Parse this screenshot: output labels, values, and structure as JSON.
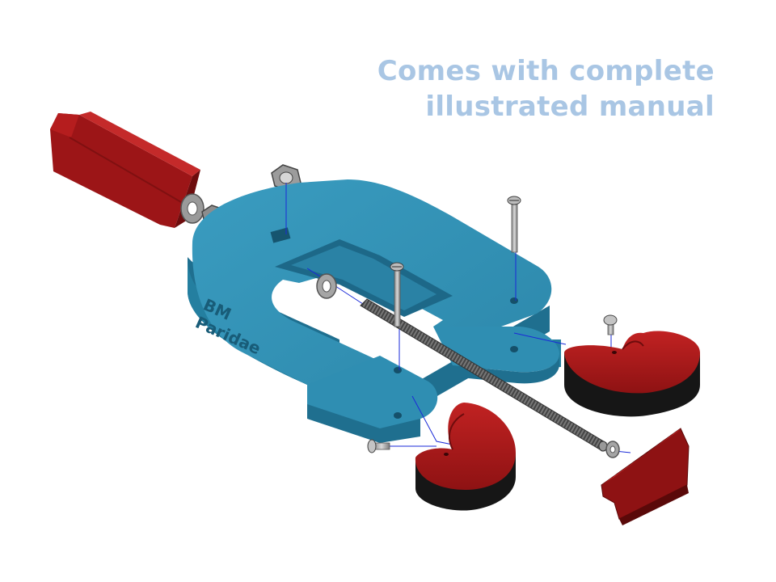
{
  "caption": {
    "line1": "Comes with complete",
    "line2": "illustrated manual"
  },
  "engraving": {
    "line1": "BM",
    "line2": "Paridae"
  },
  "colors": {
    "body": "#2f8eb2",
    "body_dark": "#1f6f8f",
    "body_side": "#247fa0",
    "part_red": "#a8191a",
    "part_red_dark": "#6e0c0d",
    "black_base": "#161616",
    "caption": "#a9c6e4",
    "guide_line": "#1a2ad8",
    "metal": "#b9b9b9"
  }
}
